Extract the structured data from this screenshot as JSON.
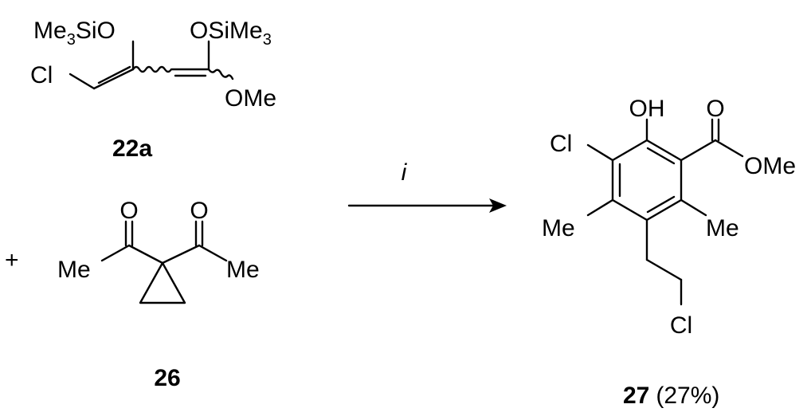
{
  "reactant1": {
    "label_me3sio_a": "Me",
    "label_me3sio_sub": "3",
    "label_me3sio_b": "SiO",
    "label_osime3_a": "OSiMe",
    "label_osime3_sub": "3",
    "label_cl": "Cl",
    "label_ome": "OMe",
    "number": "22a"
  },
  "plus": "+",
  "reactant2": {
    "label_o_left": "O",
    "label_o_right": "O",
    "label_me_left": "Me",
    "label_me_right": "Me",
    "number": "26"
  },
  "conditions": {
    "reagent": "i"
  },
  "product": {
    "label_oh": "OH",
    "label_o": "O",
    "label_ome": "OMe",
    "label_cl_ring": "Cl",
    "label_me_left": "Me",
    "label_me_right": "Me",
    "label_cl_chain": "Cl",
    "number": "27",
    "yield": "(27%)"
  }
}
